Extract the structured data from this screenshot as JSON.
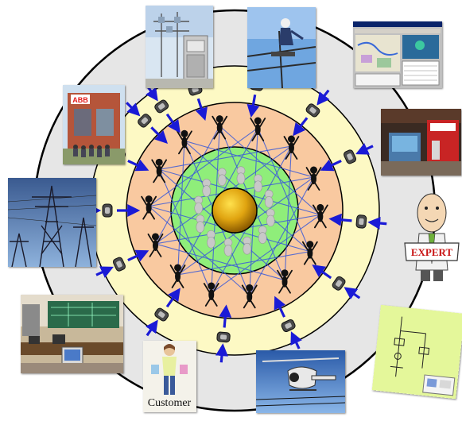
{
  "diagram": {
    "type": "concentric-knowledge-network",
    "rings": [
      "outer-grey-ring",
      "yellow-ring",
      "peach-ring",
      "green-ring",
      "gold-core"
    ],
    "colors": {
      "outer_ring": "#e6e6e6",
      "yellow_ring": "#fdf9c4",
      "peach_ring": "#f9c9a0",
      "green_ring": "#8fee7a",
      "core": "#d89b08",
      "arrow": "#1a1ad6",
      "network_line": "#3c5bd8"
    },
    "labels": {
      "brand_sign": "ABB",
      "expert_banner": "EXPERT",
      "customer_caption": "Customer"
    }
  }
}
